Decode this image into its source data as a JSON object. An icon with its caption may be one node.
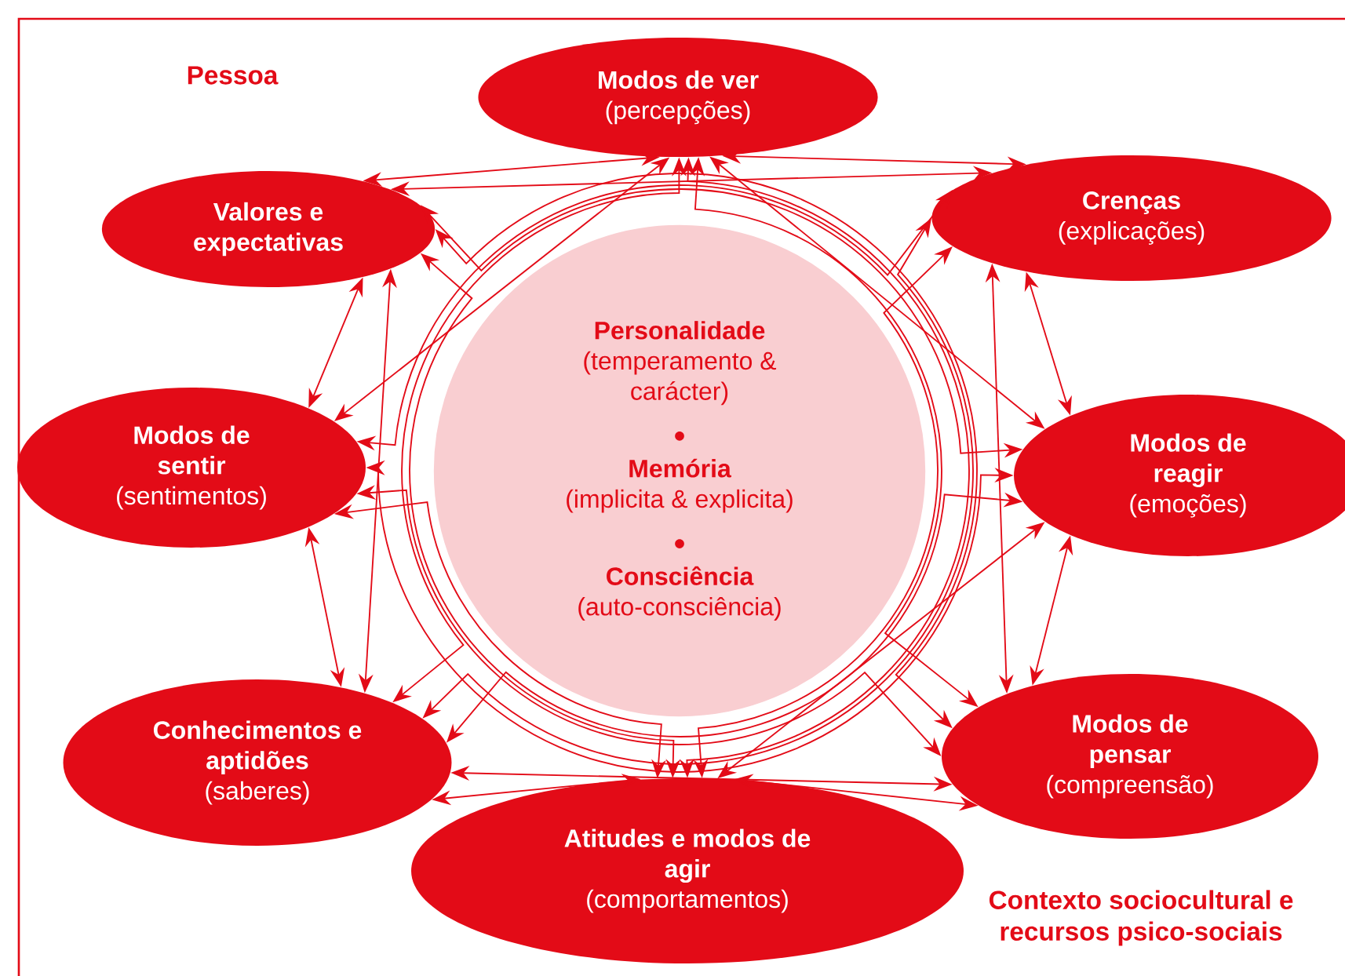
{
  "diagram": {
    "nodes": [
      {
        "text": [
          "Modos de ver",
          "(percepções)"
        ]
      },
      {
        "text": [
          "Valores e expectativas"
        ]
      },
      {
        "text": [
          "Crenças",
          "(explicações)"
        ]
      },
      {
        "text": [
          "Personalidade",
          "(temperamento & carácter)",
          "Memória",
          "(implicita & explicita)",
          "Consciência",
          "(auto-consciência)"
        ]
      },
      {
        "text": [
          "Modos de sentir",
          "(sentimentos)"
        ]
      },
      {
        "text": [
          "Modos de reagir",
          "(emoções)"
        ]
      },
      {
        "text": [
          "Conhecimentos e aptidões",
          "(saberes)"
        ]
      },
      {
        "text": [
          "Modos de pensar",
          "(compreensão)"
        ]
      },
      {
        "text": [
          "Atitudes e modos de agir",
          "(comportamentos)"
        ]
      }
    ],
    "edges": [
      {
        "from": 0,
        "to": 1,
        "arrow": "both"
      },
      {
        "from": 0,
        "to": 2,
        "arrow": "both"
      },
      {
        "from": 0,
        "to": 4,
        "arrow": "both"
      },
      {
        "from": 0,
        "to": 5,
        "arrow": "both"
      },
      {
        "from": 0,
        "to": 6,
        "arrow": "both"
      },
      {
        "from": 0,
        "to": 7,
        "arrow": "both"
      },
      {
        "from": 0,
        "to": 8,
        "arrow": "both"
      },
      {
        "from": 1,
        "to": 2,
        "arrow": "both"
      },
      {
        "from": 1,
        "to": 4,
        "arrow": "both"
      },
      {
        "from": 1,
        "to": 5,
        "arrow": "both"
      },
      {
        "from": 1,
        "to": 6,
        "arrow": "both"
      },
      {
        "from": 1,
        "to": 7,
        "arrow": "both"
      },
      {
        "from": 1,
        "to": 8,
        "arrow": "both"
      },
      {
        "from": 2,
        "to": 4,
        "arrow": "both"
      },
      {
        "from": 2,
        "to": 5,
        "arrow": "both"
      },
      {
        "from": 2,
        "to": 6,
        "arrow": "both"
      },
      {
        "from": 2,
        "to": 7,
        "arrow": "both"
      },
      {
        "from": 2,
        "to": 8,
        "arrow": "both"
      },
      {
        "from": 4,
        "to": 5,
        "arrow": "both"
      },
      {
        "from": 4,
        "to": 6,
        "arrow": "both"
      },
      {
        "from": 4,
        "to": 7,
        "arrow": "both"
      },
      {
        "from": 4,
        "to": 8,
        "arrow": "both"
      },
      {
        "from": 5,
        "to": 6,
        "arrow": "both"
      },
      {
        "from": 5,
        "to": 7,
        "arrow": "both"
      },
      {
        "from": 5,
        "to": 8,
        "arrow": "both"
      },
      {
        "from": 6,
        "to": 7,
        "arrow": "both"
      },
      {
        "from": 6,
        "to": 8,
        "arrow": "both"
      },
      {
        "from": 7,
        "to": 8,
        "arrow": "both"
      }
    ],
    "labels": [
      "Pessoa",
      "Contexto sociocultural e recursos psico-sociais"
    ]
  }
}
